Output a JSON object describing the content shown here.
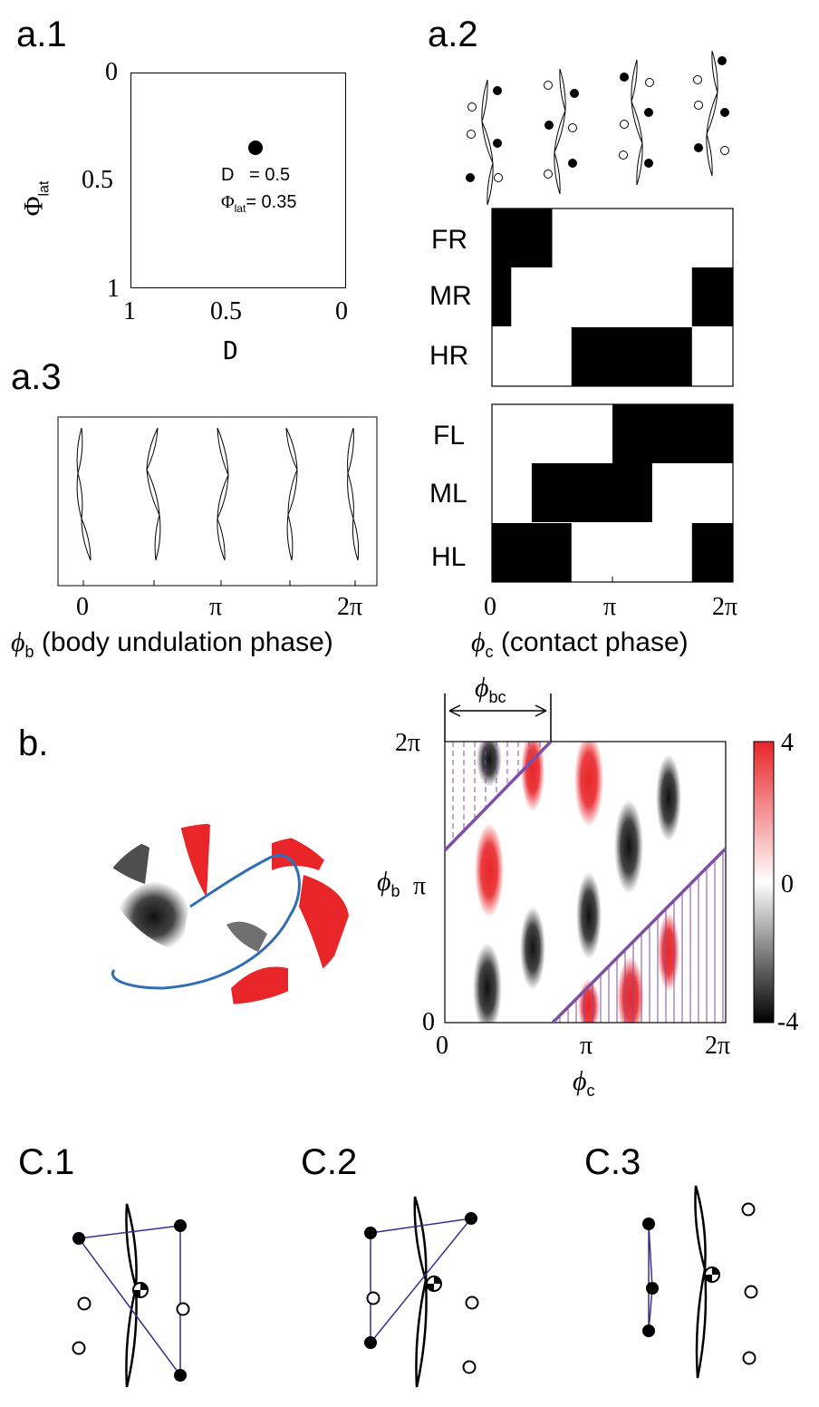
{
  "panels": {
    "a1": "a.1",
    "a2": "a.2",
    "a3": "a.3",
    "b": "b.",
    "c1": "C.1",
    "c2": "C.2",
    "c3": "C.3"
  },
  "a1": {
    "y_ticks": [
      "0",
      "0.5",
      "1"
    ],
    "x_ticks": [
      "1",
      "0.5",
      "0"
    ],
    "x_label": "D",
    "y_label_main": "Φ",
    "y_label_sub": "lat",
    "point": {
      "D": 0.5,
      "phi_lat": 0.35
    },
    "ann_d_label": "D",
    "ann_d_value": "= 0.5",
    "ann_phi_main": "Φ",
    "ann_phi_sub": "lat",
    "ann_phi_value": "= 0.35"
  },
  "a2": {
    "right_legs": [
      "FR",
      "MR",
      "HR"
    ],
    "left_legs": [
      "FL",
      "ML",
      "HL"
    ],
    "x_ticks": [
      "0",
      "π",
      "2π"
    ],
    "x_label_sym": "ϕ",
    "x_label_sub": "c",
    "x_label_text": "(contact phase)",
    "stance": {
      "FR": [
        [
          0,
          0.5
        ]
      ],
      "MR": [
        [
          0,
          0.16
        ],
        [
          1.66,
          2.0
        ]
      ],
      "HR": [
        [
          0.66,
          1.66
        ]
      ],
      "FL": [
        [
          1.0,
          2.0
        ]
      ],
      "ML": [
        [
          0.33,
          1.33
        ]
      ],
      "HL": [
        [
          0,
          0.66
        ],
        [
          1.66,
          2.0
        ]
      ]
    }
  },
  "a3": {
    "x_ticks": [
      "0",
      "π",
      "2π"
    ],
    "x_label_sym": "ϕ",
    "x_label_sub": "b",
    "x_label_text": "(body undulation phase)"
  },
  "b": {
    "y_ticks": [
      "0",
      "π",
      "2π"
    ],
    "x_ticks": [
      "0",
      "π",
      "2π"
    ],
    "y_label_sym": "ϕ",
    "y_label_sub": "b",
    "x_label_sym": "ϕ",
    "x_label_sub": "c",
    "bc_label_sym": "ϕ",
    "bc_label_sub": "bc",
    "colorbar_ticks": [
      "4",
      "0",
      "-4"
    ],
    "colors": {
      "positive": "#e8262a",
      "negative": "#111111",
      "zero": "#ffffff",
      "boundary": "#7d4fa8",
      "curve": "#2f6eb5"
    }
  }
}
